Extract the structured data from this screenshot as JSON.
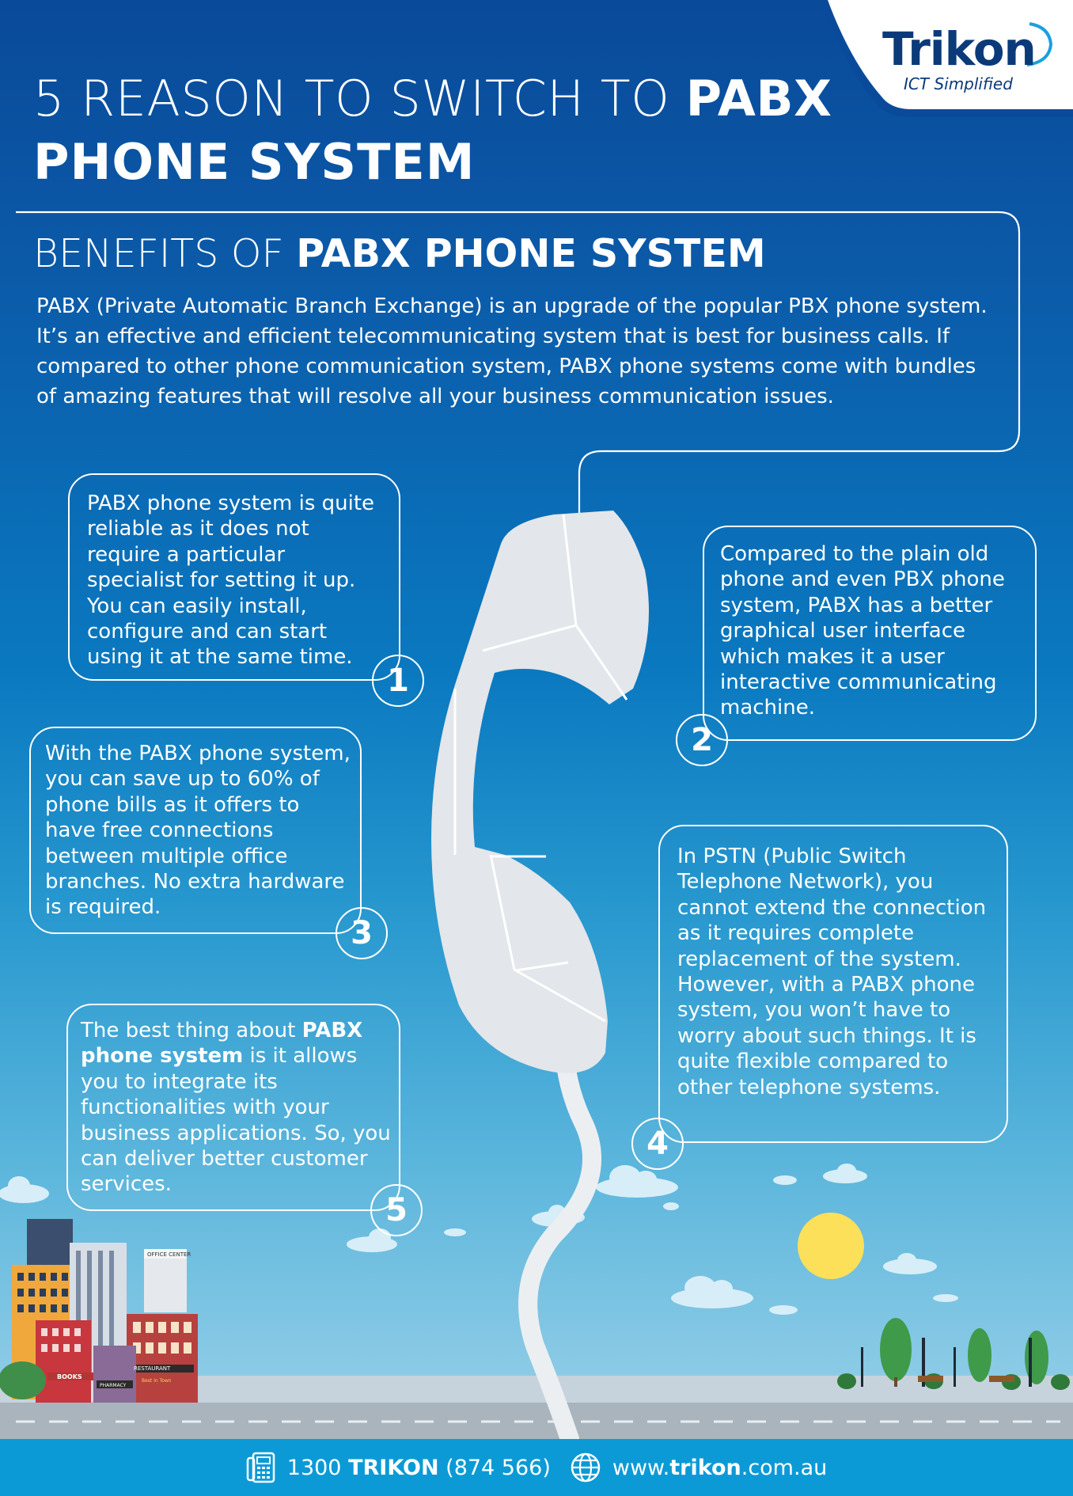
{
  "brand": {
    "name": "Trikon",
    "tagline": "ICT Simplified",
    "accent_color": "#0b3a7a"
  },
  "header": {
    "title_line1_light": "5 REASON TO SWITCH TO ",
    "title_line1_bold": "PABX",
    "title_line2": "PHONE SYSTEM"
  },
  "benefits": {
    "title_light": "BENEFITS OF ",
    "title_bold": "PABX PHONE SYSTEM",
    "intro": "PABX (Private Automatic Branch Exchange) is an upgrade of the popular PBX phone system. It’s an effective and efficient telecommunicating system that is best for business calls. If compared to other phone communication system, PABX phone systems come with bundles of amazing features that will resolve all your business communication issues."
  },
  "reasons": [
    {
      "number": "1",
      "text": "PABX phone system is quite reliable as it does not require a particular specialist for setting it up. You can easily install, configure and can start using it at the same time."
    },
    {
      "number": "2",
      "text": "Compared to the plain old phone and even PBX phone system, PABX has a better graphical user interface which makes it a user interactive communicating machine."
    },
    {
      "number": "3",
      "text": "With the PABX phone system, you can save up to 60% of phone bills as it offers to have free connections between multiple office branches. No extra hardware is required."
    },
    {
      "number": "4",
      "text": "In PSTN (Public Switch Telephone Network), you cannot extend the connection as it requires complete replacement of the system. However, with a PABX phone system, you won’t have to worry about such things. It is quite flexible compared to other telephone systems."
    },
    {
      "number": "5",
      "text_a": "The best thing about ",
      "text_bold": "PABX phone system",
      "text_b": " is it allows you to integrate its functionalities with your business applications. So, you can deliver better customer services."
    }
  ],
  "scene": {
    "sign_office": "OFFICE CENTER",
    "sign_books": "BOOKS",
    "sign_pharmacy": "PHARMACY",
    "sign_restaurant": "RESTAURANT",
    "sign_food": "Best in Town"
  },
  "footer": {
    "phone_prefix": "1300 ",
    "phone_bold": "TRIKON",
    "phone_suffix": " (874 566)",
    "web_prefix": "www.",
    "web_bold": "trikon",
    "web_suffix": ".com.au",
    "phone_icon": "fax-phone-icon",
    "web_icon": "globe-icon"
  }
}
